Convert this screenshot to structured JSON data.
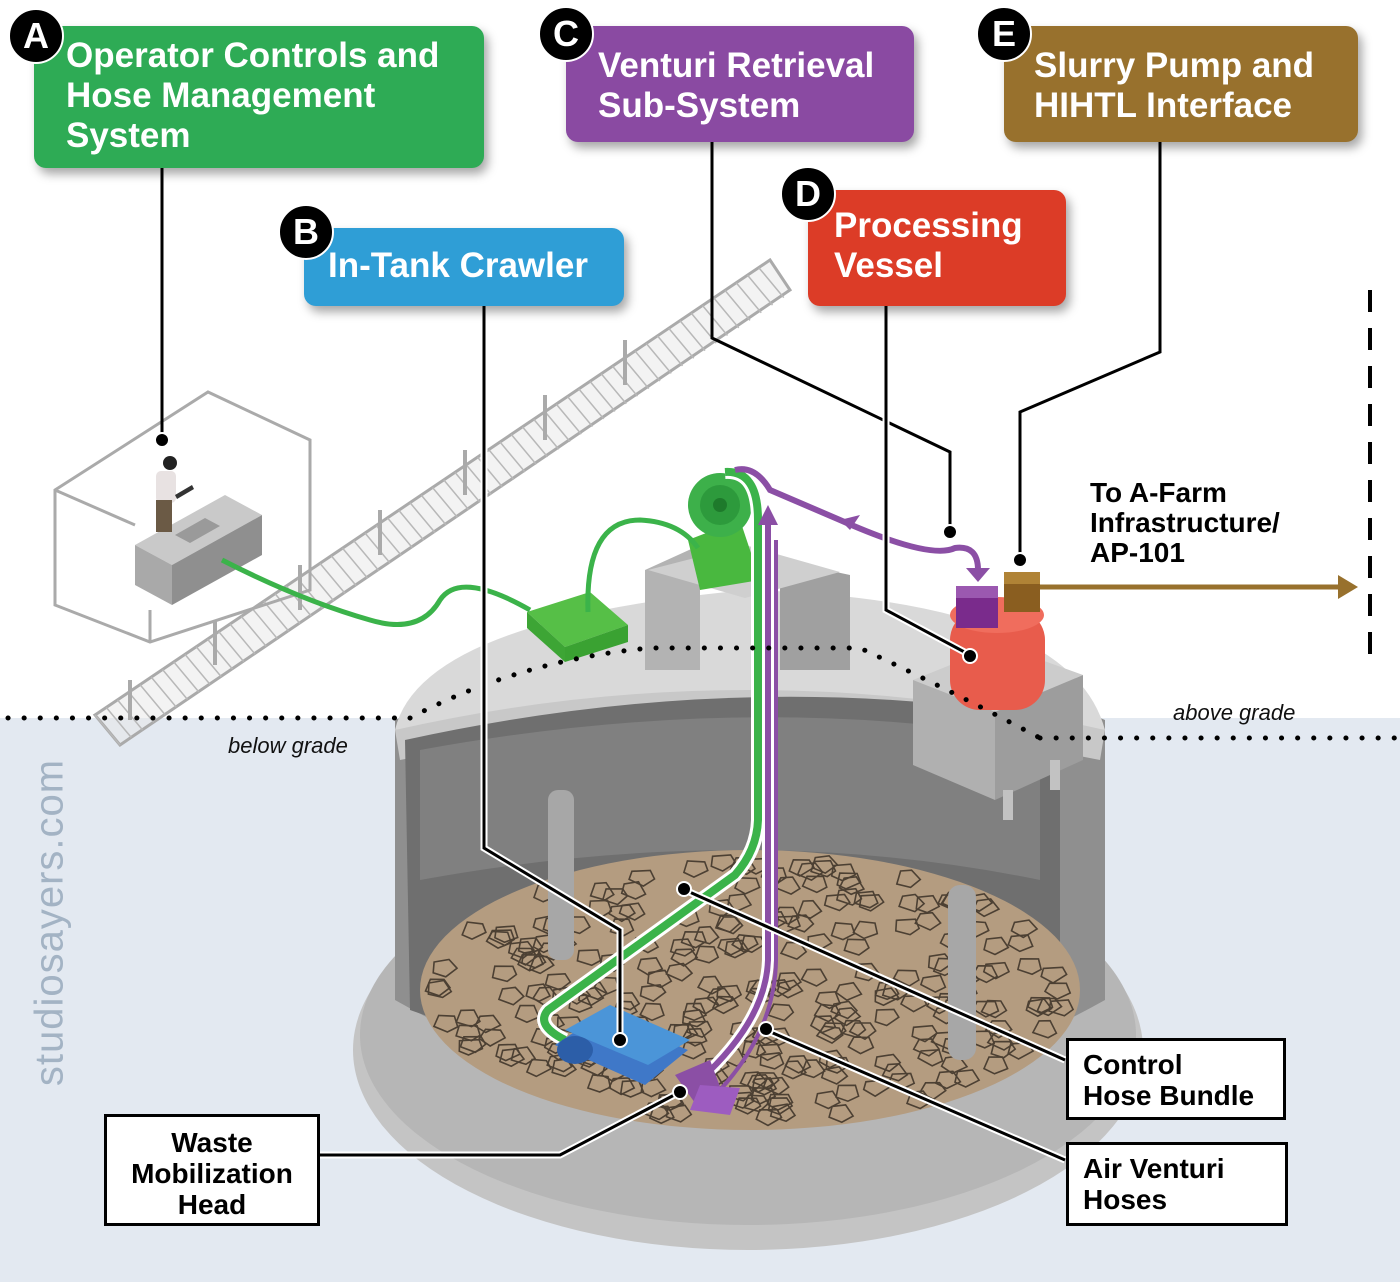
{
  "callouts": [
    {
      "letter": "A",
      "title": "Operator Controls and Hose Management System",
      "lines": [
        "Operator Controls and",
        "Hose Management",
        "System"
      ],
      "color": "#2eab55"
    },
    {
      "letter": "B",
      "title": "In-Tank Crawler",
      "lines": [
        "In-Tank Crawler"
      ],
      "color": "#2f9ed6"
    },
    {
      "letter": "C",
      "title": "Venturi Retrieval Sub-System",
      "lines": [
        "Venturi Retrieval",
        "Sub-System"
      ],
      "color": "#8a4aa2"
    },
    {
      "letter": "D",
      "title": "Processing Vessel",
      "lines": [
        "Processing",
        "Vessel"
      ],
      "color": "#dc3c27"
    },
    {
      "letter": "E",
      "title": "Slurry Pump and HIHTL Interface",
      "lines": [
        "Slurry Pump and",
        "HIHTL Interface"
      ],
      "color": "#98712d"
    }
  ],
  "box_labels": {
    "control_hose": [
      "Control",
      "Hose Bundle"
    ],
    "air_venturi": [
      "Air Venturi",
      "Hoses"
    ],
    "waste_head": [
      "Waste",
      "Mobilization",
      "Head"
    ]
  },
  "destination": [
    "To A-Farm",
    "Infrastructure/",
    "AP-101"
  ],
  "grade": {
    "above": "above grade",
    "below": "below grade"
  },
  "watermark": "studiosayers.com",
  "colors": {
    "green_hose": "#3bb34a",
    "purple_hose": "#8b4fa5",
    "slurry_line": "#98712d",
    "below_grade_bg": "#e3e9f1",
    "tank_gray": "#9b9b9b",
    "waste_tan": "#b49c80"
  }
}
